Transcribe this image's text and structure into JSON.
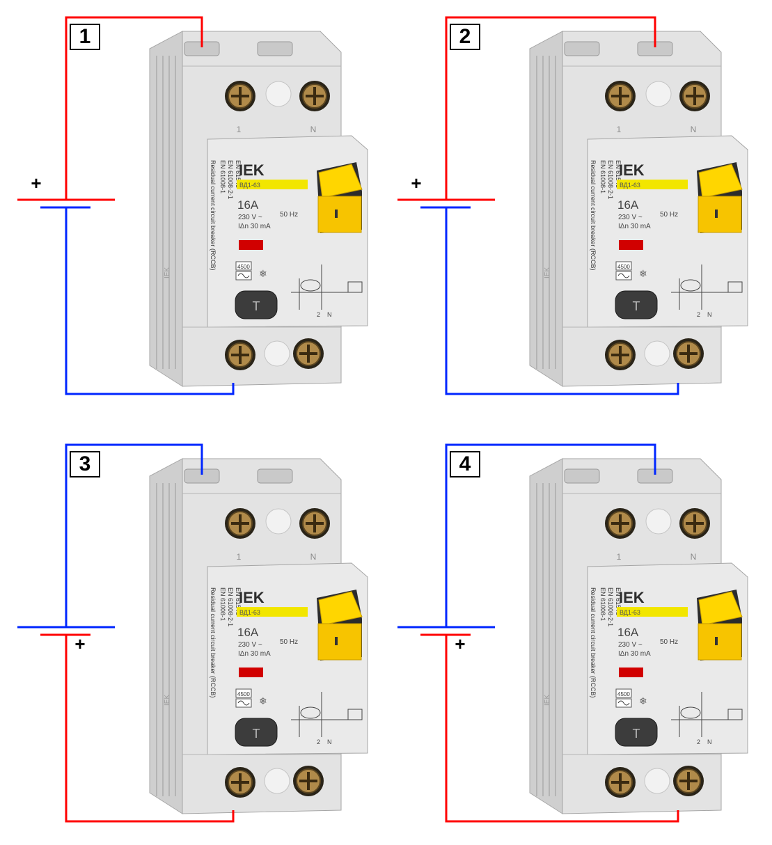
{
  "colors": {
    "positive": "#ff0000",
    "negative": "#0026ff",
    "device_body": "#e3e3e3",
    "lever": "#f7c400"
  },
  "device": {
    "brand": "IEK",
    "model": "ВД1-63",
    "rating": "16A",
    "voltage": "230 V ~",
    "leakage": "IΔn 30 mA",
    "frequency": "50 Hz",
    "breaking_capacity": "4500",
    "test_button": "T",
    "terminal_top_left": "1",
    "terminal_top_right": "N",
    "terminal_bottom_left": "2",
    "terminal_bottom_right": "N",
    "side_text": "Residual current circuit breaker (RCCB)",
    "standards": [
      "EN 61008-1",
      "EN 61008-2-1",
      "EN 61543"
    ]
  },
  "panels": [
    {
      "number": "1",
      "plus_sign": "+",
      "top_wire": "positive",
      "bottom_wire": "negative",
      "entry": "left",
      "exit": "left"
    },
    {
      "number": "2",
      "plus_sign": "+",
      "top_wire": "positive",
      "bottom_wire": "negative",
      "entry": "right",
      "exit": "right"
    },
    {
      "number": "3",
      "plus_sign": "+",
      "top_wire": "negative",
      "bottom_wire": "positive",
      "entry": "left",
      "exit": "left"
    },
    {
      "number": "4",
      "plus_sign": "+",
      "top_wire": "negative",
      "bottom_wire": "positive",
      "entry": "right",
      "exit": "right"
    }
  ]
}
